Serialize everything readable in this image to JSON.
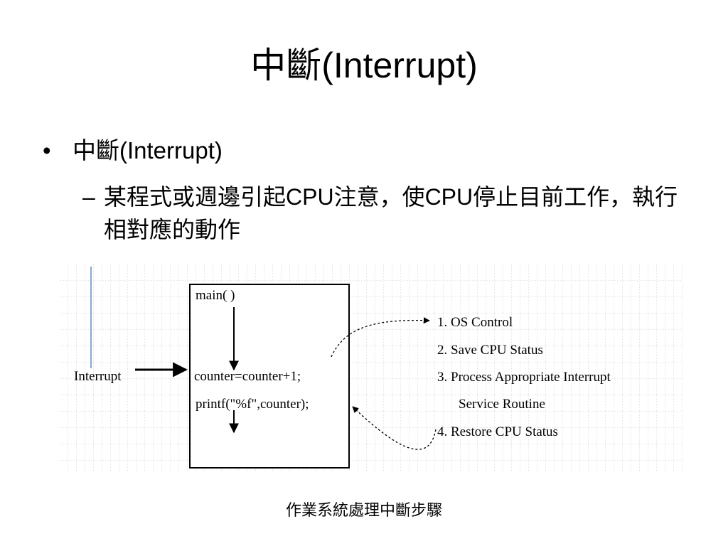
{
  "slide": {
    "title": "中斷(Interrupt)",
    "bullet": "中斷(Interrupt)",
    "subbullet_marker": "–",
    "subbullet": "某程式或週邊引起CPU注意，使CPU停止目前工作，執行相對應的動作",
    "caption": "作業系統處理中斷步驟"
  },
  "diagram": {
    "interrupt_label": "Interrupt",
    "code_lines": [
      "main( )",
      "counter=counter+1;",
      "printf(\"%f\",counter);"
    ],
    "steps": [
      "1. OS Control",
      "2. Save CPU Status",
      "3. Process Appropriate Interrupt",
      "Service Routine",
      "4. Restore CPU Status"
    ],
    "colors": {
      "grid": "#cfcfcf",
      "vertical_line": "#8aa7d6",
      "ink": "#000000"
    }
  }
}
